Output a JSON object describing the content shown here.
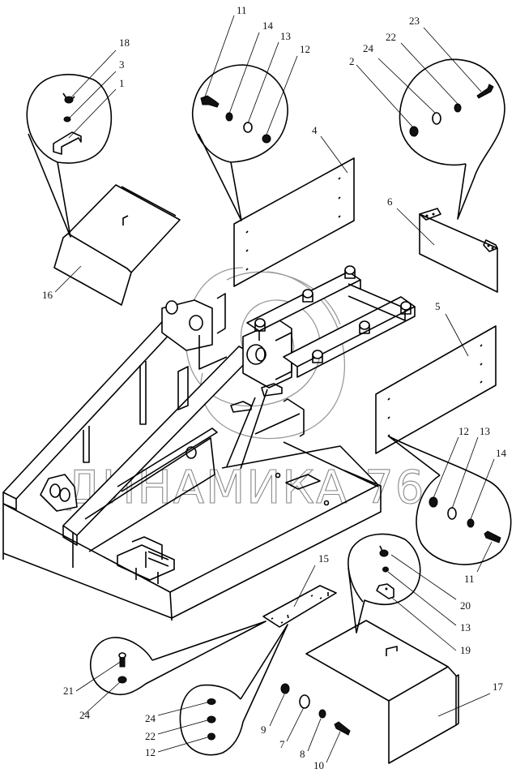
{
  "diagram": {
    "type": "exploded-assembly-drawing",
    "watermark": "ДИНАМИКА 76",
    "parts": {
      "p1": "1",
      "p2": "2",
      "p3": "3",
      "p4": "4",
      "p5": "5",
      "p6": "6",
      "p7": "7",
      "p8": "8",
      "p9": "9",
      "p10": "10",
      "p11": "11",
      "p12": "12",
      "p13": "13",
      "p14": "14",
      "p15": "15",
      "p16": "16",
      "p17": "17",
      "p18": "18",
      "p19": "19",
      "p20": "20",
      "p21": "21",
      "p22": "22",
      "p23": "23",
      "p24": "24"
    },
    "callouts": {
      "top_left": [
        "18",
        "3",
        "1"
      ],
      "top_center": [
        "11",
        "14",
        "13",
        "12"
      ],
      "top_right": [
        "23",
        "22",
        "24",
        "2"
      ],
      "mid_right": [
        "12",
        "13",
        "14",
        "11"
      ],
      "lower_right": [
        "20",
        "13",
        "19"
      ],
      "bottom_left": [
        "21",
        "24"
      ],
      "bottom_center": [
        "24",
        "22",
        "12"
      ],
      "loose_fasteners": [
        "9",
        "7",
        "8",
        "10"
      ]
    }
  }
}
